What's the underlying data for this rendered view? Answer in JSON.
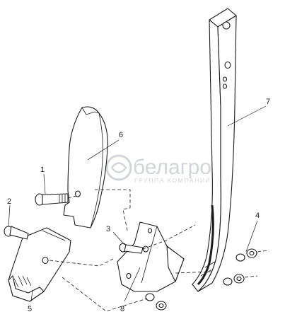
{
  "figure": {
    "callouts": {
      "c1": "1",
      "c2": "2",
      "c3": "3",
      "c4": "4",
      "c5": "5",
      "c6": "6",
      "c7": "7",
      "c8": "8"
    },
    "watermark": {
      "name": "белагро",
      "subtitle": "ГРУППА КОМПАНИЙ"
    }
  }
}
